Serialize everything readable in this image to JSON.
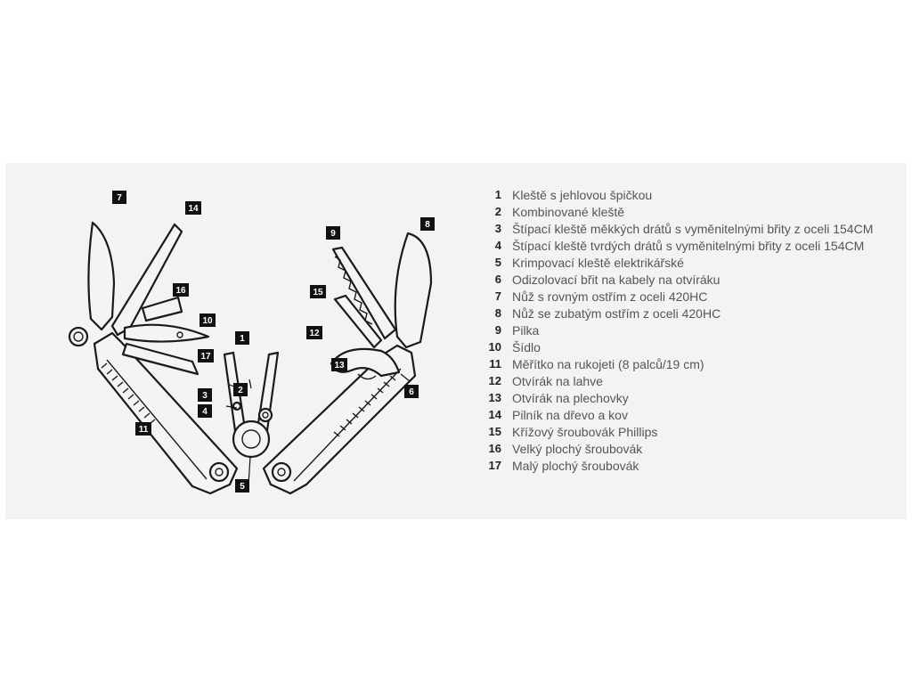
{
  "legend": [
    {
      "num": "1",
      "label": "Kleště s jehlovou špičkou"
    },
    {
      "num": "2",
      "label": "Kombinované kleště"
    },
    {
      "num": "3",
      "label": "Štípací kleště měkkých drátů s vyměnitelnými břity z oceli 154CM"
    },
    {
      "num": "4",
      "label": "Štípací kleště tvrdých drátů s vyměnitelnými břity z oceli 154CM"
    },
    {
      "num": "5",
      "label": "Krimpovací kleště elektrikářské"
    },
    {
      "num": "6",
      "label": "Odizolovací břit na kabely na otvíráku"
    },
    {
      "num": "7",
      "label": "Nůž s rovným ostřím z oceli 420HC"
    },
    {
      "num": "8",
      "label": "Nůž se zubatým ostřím z oceli 420HC"
    },
    {
      "num": "9",
      "label": "Pilka"
    },
    {
      "num": "10",
      "label": "Šídlo"
    },
    {
      "num": "11",
      "label": "Měřítko na rukojeti (8 palců/19 cm)"
    },
    {
      "num": "12",
      "label": "Otvírák na lahve"
    },
    {
      "num": "13",
      "label": "Otvírák na plechovky"
    },
    {
      "num": "14",
      "label": "Pilník na dřevo a kov"
    },
    {
      "num": "15",
      "label": "Křížový šroubovák Phillips"
    },
    {
      "num": "16",
      "label": "Velký plochý šroubovák"
    },
    {
      "num": "17",
      "label": "Malý plochý šroubovák"
    }
  ],
  "callouts": [
    "7",
    "14",
    "16",
    "10",
    "17",
    "1",
    "2",
    "3",
    "4",
    "11",
    "5",
    "9",
    "8",
    "15",
    "12",
    "13",
    "6"
  ],
  "colors": {
    "panel": "#f3f3f3",
    "callout": "#111111",
    "label_text": "#555555",
    "number_text": "#222222"
  }
}
